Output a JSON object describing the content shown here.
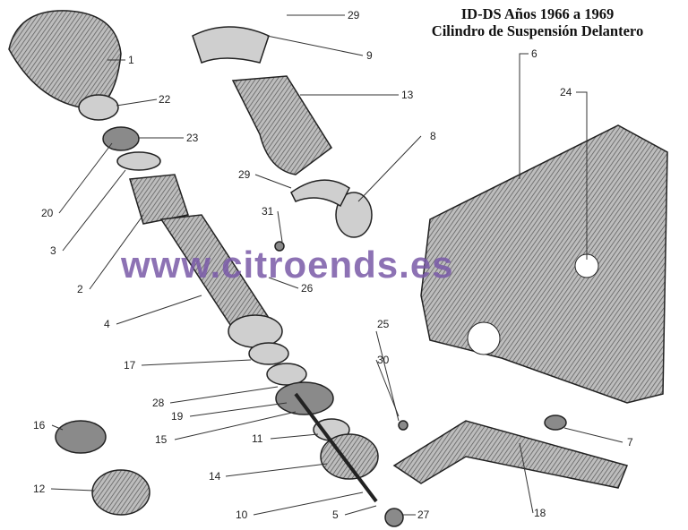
{
  "title": {
    "line1": "ID-DS Años 1966 a 1969",
    "line2": "Cilindro de Suspensión Delantero"
  },
  "watermark": "www.citroends.es",
  "callouts": [
    "29",
    "1",
    "9",
    "22",
    "13",
    "6",
    "24",
    "8",
    "23",
    "20",
    "29",
    "3",
    "31",
    "2",
    "26",
    "4",
    "25",
    "30",
    "17",
    "28",
    "19",
    "16",
    "15",
    "11",
    "7",
    "14",
    "12",
    "10",
    "5",
    "27",
    "18"
  ]
}
